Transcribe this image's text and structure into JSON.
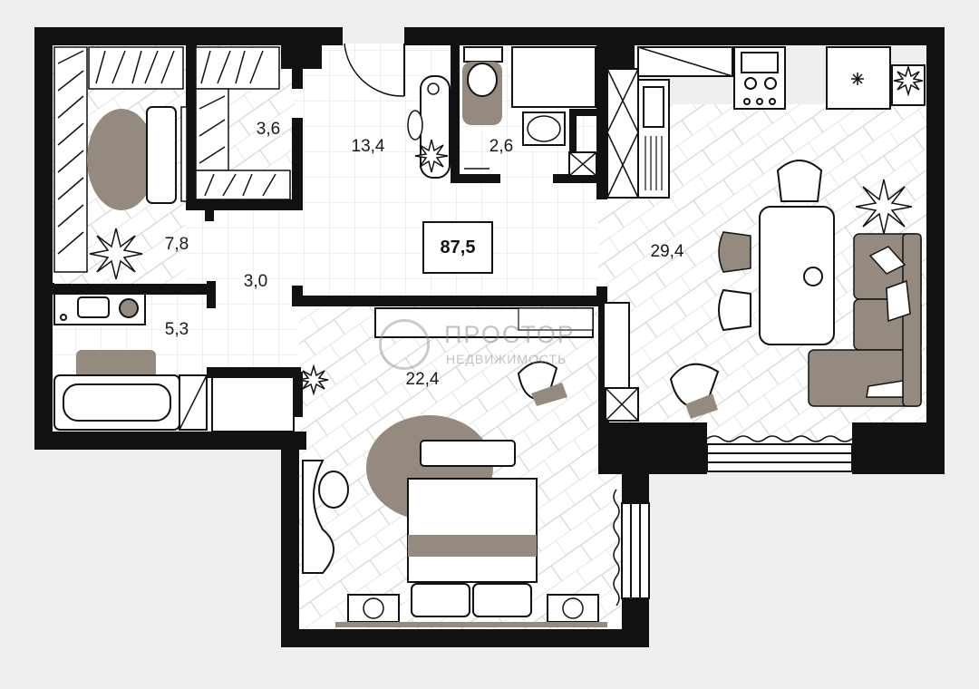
{
  "plan": {
    "total_area": "87,5",
    "rooms": [
      {
        "id": "wardrobe",
        "area": "3,6"
      },
      {
        "id": "hall",
        "area": "13,4"
      },
      {
        "id": "wc",
        "area": "2,6"
      },
      {
        "id": "bedroom-small",
        "area": "7,8"
      },
      {
        "id": "corridor",
        "area": "3,0"
      },
      {
        "id": "bathroom",
        "area": "5,3"
      },
      {
        "id": "bedroom",
        "area": "22,4"
      },
      {
        "id": "kitchen-living",
        "area": "29,4"
      }
    ],
    "watermark": {
      "name": "ПРОСТОР",
      "sub": "НЕДВИЖИМОСТЬ"
    }
  },
  "colors": {
    "wall": "#111111",
    "floor_tile": "#ffffff",
    "parquet_line": "#d4d4d4",
    "furniture_fill": "#958a80",
    "background": "#efefef"
  }
}
